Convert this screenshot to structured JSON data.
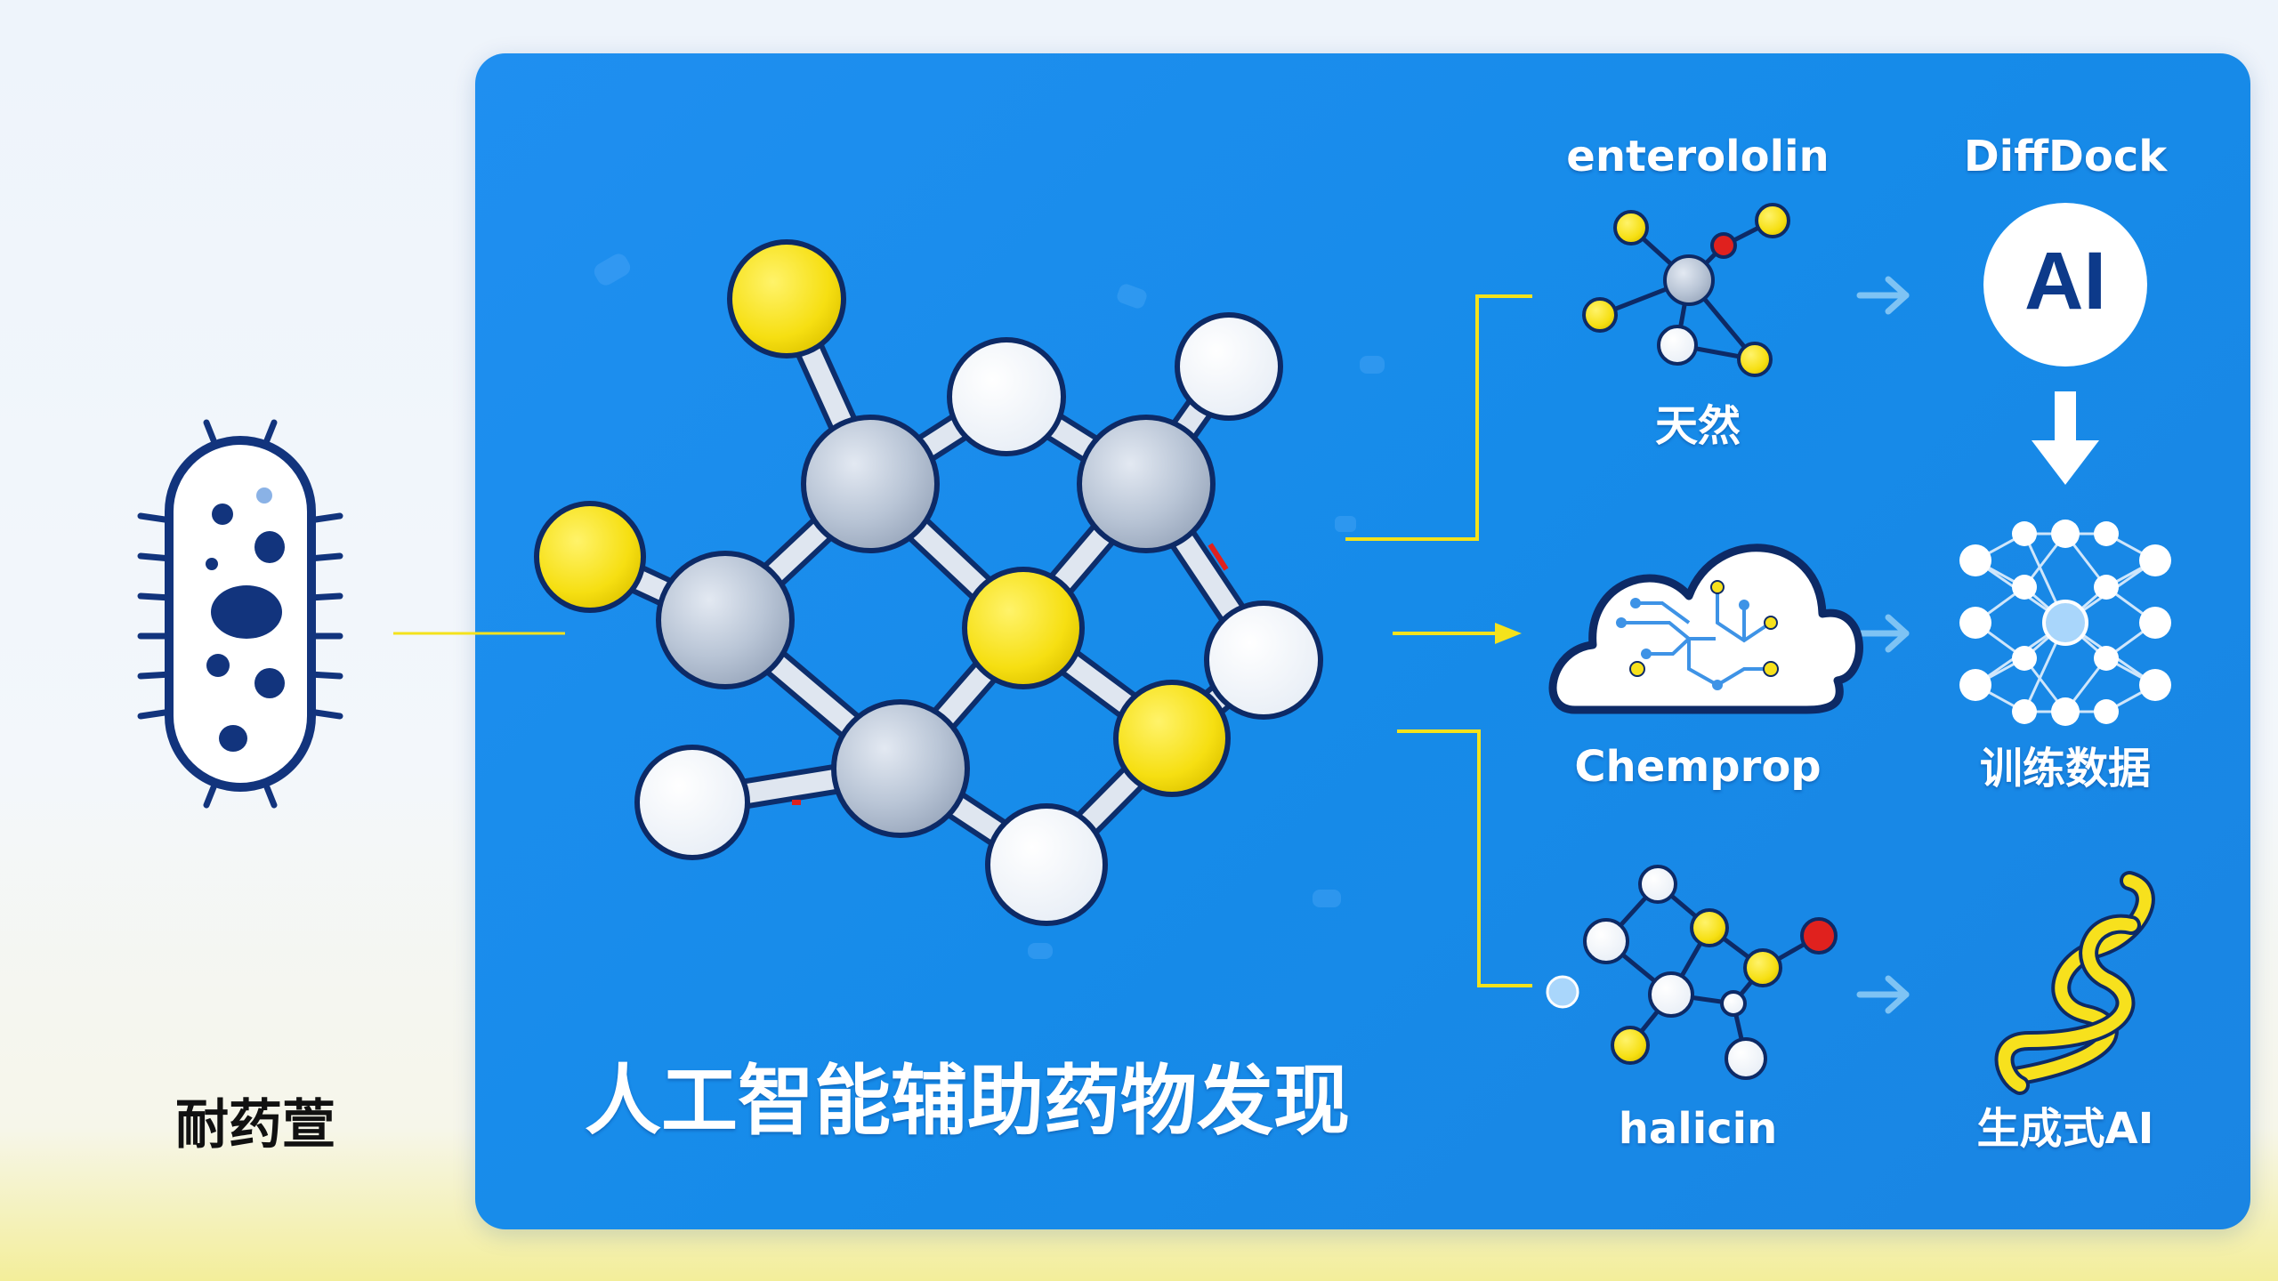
{
  "labels": {
    "left_title": "耐药萱",
    "main_title": "人工智能辅助药物发现",
    "enterololin": "enterololin",
    "diffdock": "DiffDock",
    "ai_badge": "AI",
    "natural": "天然",
    "chemprop": "Chemprop",
    "training_data": "训练数据",
    "halicin": "halicin",
    "generative_ai": "生成式AI"
  },
  "icons": {
    "bacterium": "bacterium-icon",
    "central_molecule": "molecule-icon",
    "enterololin_molecule": "small-molecule-icon",
    "ai_badge": "ai-badge-icon",
    "cloud": "cloud-network-icon",
    "neural_network": "neural-network-icon",
    "halicin_molecule": "small-molecule-icon",
    "helix": "dna-helix-icon",
    "arrow": "arrow-right-icon"
  },
  "colors": {
    "panel_blue": "#1a8ae8",
    "dark_blue": "#0d3a8a",
    "atom_yellow": "#f7e11d",
    "atom_gray": "#bcc8d8",
    "atom_white": "#ffffff",
    "atom_red": "#e0211e",
    "connector_yellow": "#f4e21c"
  }
}
